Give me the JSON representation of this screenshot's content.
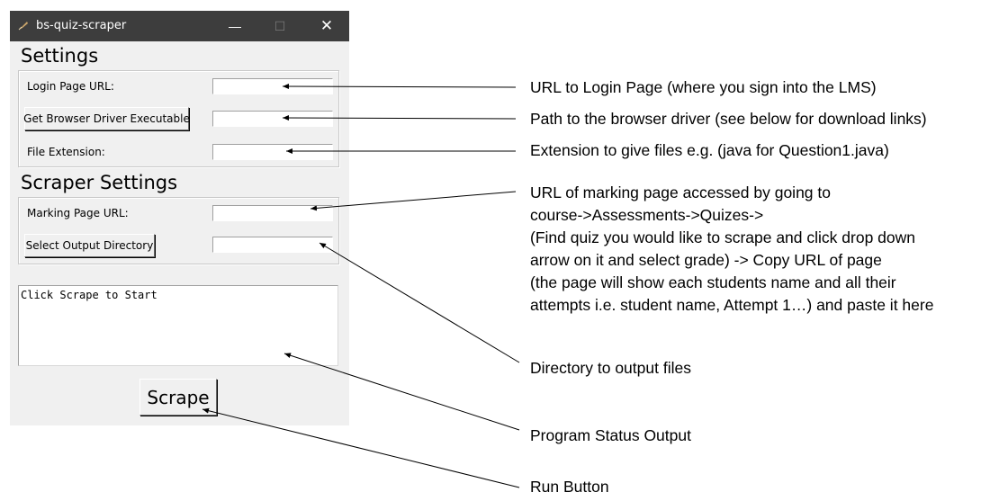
{
  "window": {
    "title": "bs-quiz-scraper",
    "minimize_glyph": "—",
    "maximize_glyph": "☐",
    "close_glyph": "✕",
    "icon": "feather-icon"
  },
  "settings": {
    "title": "Settings",
    "login_label": "Login Page URL:",
    "login_value": "",
    "driver_button": "Get Browser Driver Executable",
    "driver_value": "",
    "extension_label": "File Extension:",
    "extension_value": ""
  },
  "scraper_settings": {
    "title": "Scraper Settings",
    "marking_label": "Marking Page URL:",
    "marking_value": "",
    "output_button": "Select Output Directory",
    "output_value": ""
  },
  "status": {
    "text": "Click Scrape to Start"
  },
  "scrape_button": "Scrape",
  "annotations": {
    "login": "URL to Login Page (where you sign into the LMS)",
    "driver": "Path to the browser driver (see below for download links)",
    "extension": "Extension to give files e.g. (java for Question1.java)",
    "marking_lines": [
      "URL of marking page accessed by going to",
      "course->Assessments->Quizes->",
      "(Find quiz you would like to scrape and click drop down",
      "arrow on it and select grade) -> Copy URL of page",
      "(the page will show each students name and all their",
      "attempts i.e. student name, Attempt 1…) and paste it here"
    ],
    "directory": "Directory to output files",
    "status": "Program Status Output",
    "run": "Run Button"
  }
}
